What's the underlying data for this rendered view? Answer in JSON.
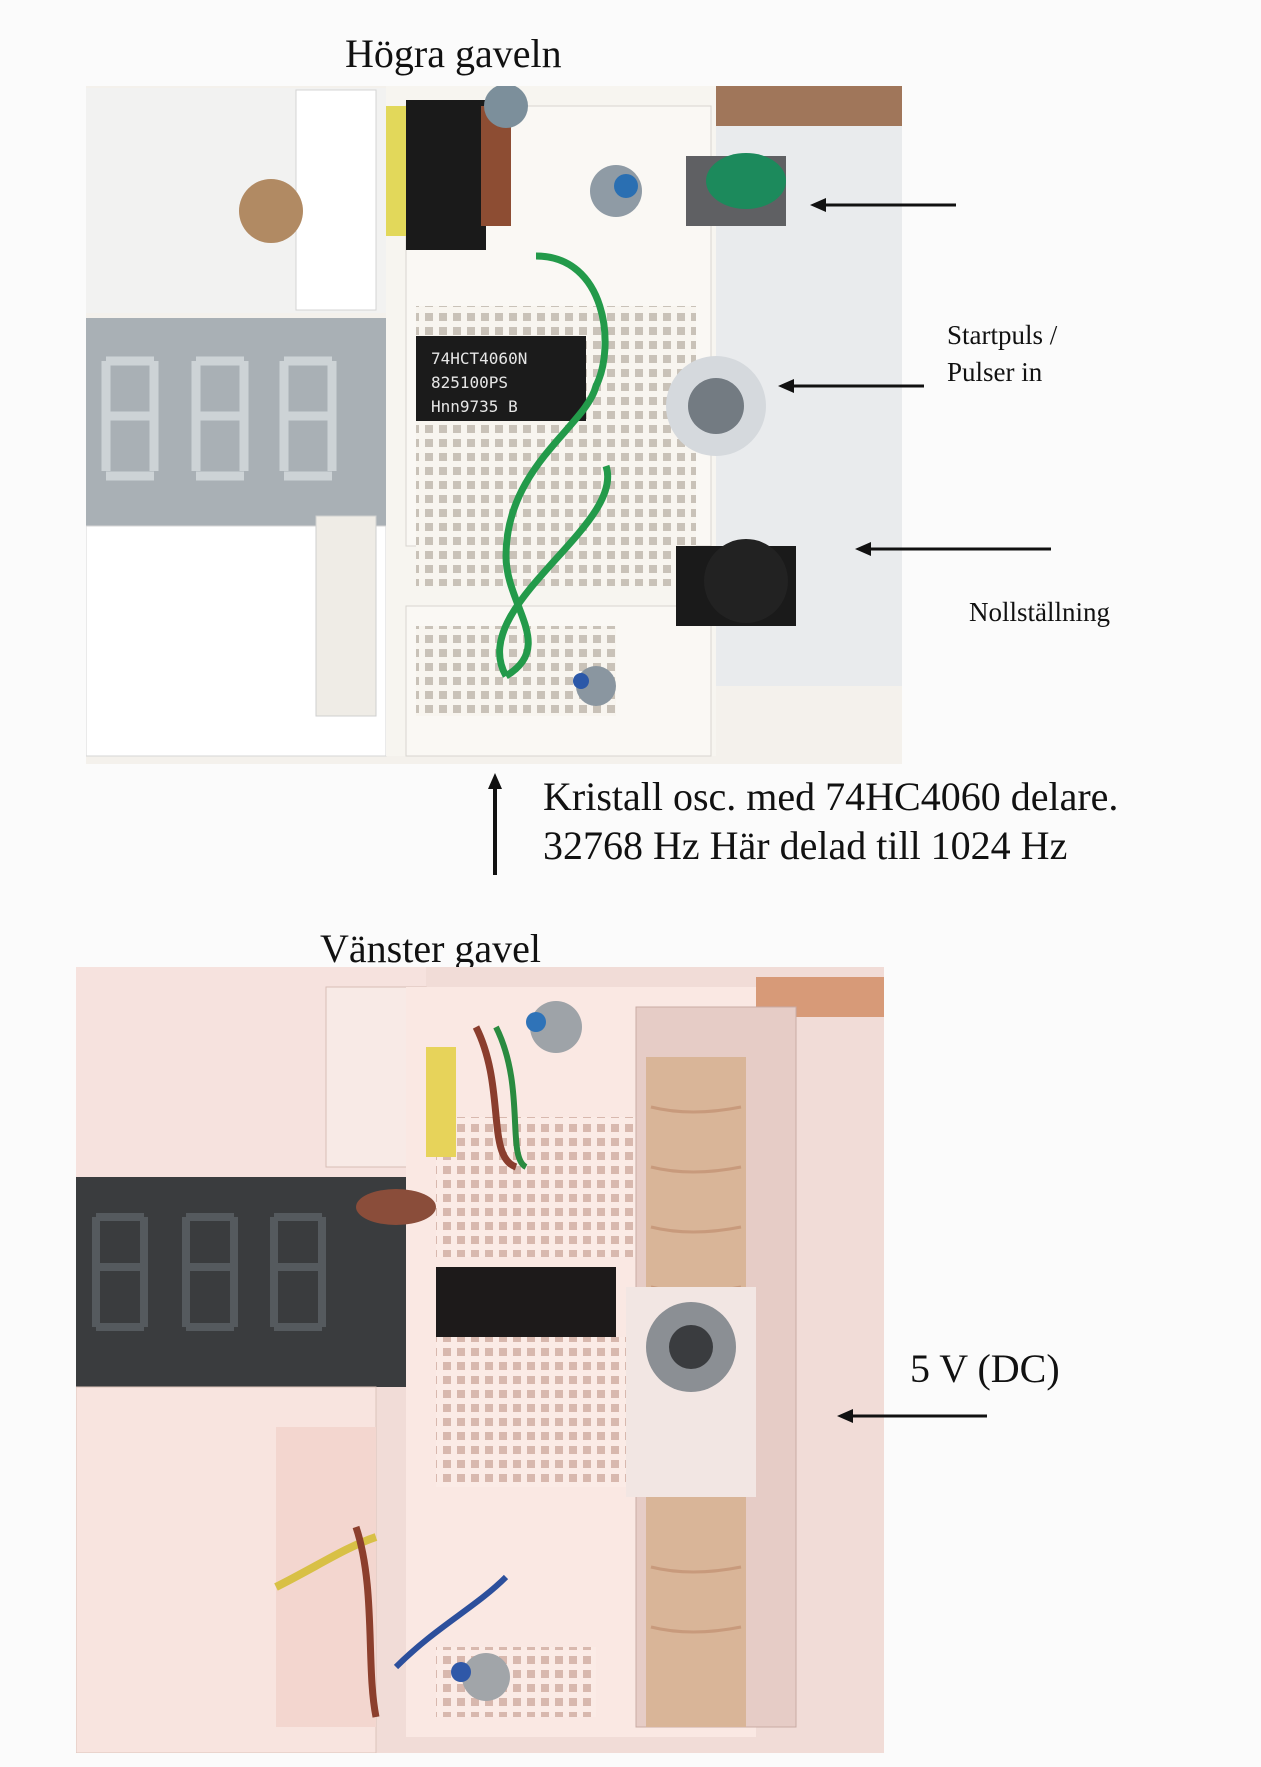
{
  "top_section": {
    "title": "Högra gaveln",
    "chip_text": [
      "74HCT4060N",
      "825100PS",
      "Hnn9735 B"
    ],
    "labels": {
      "start_pulse": "Startpuls /",
      "pulses_in": "Pulser in",
      "reset": "Nollställning"
    },
    "caption": {
      "line1": "Kristall osc. med 74HC4060 delare.",
      "line2": "32768 Hz  Här delad till  1024 Hz"
    }
  },
  "bottom_section": {
    "title": "Vänster gavel",
    "labels": {
      "power": "5 V  (DC)"
    }
  }
}
